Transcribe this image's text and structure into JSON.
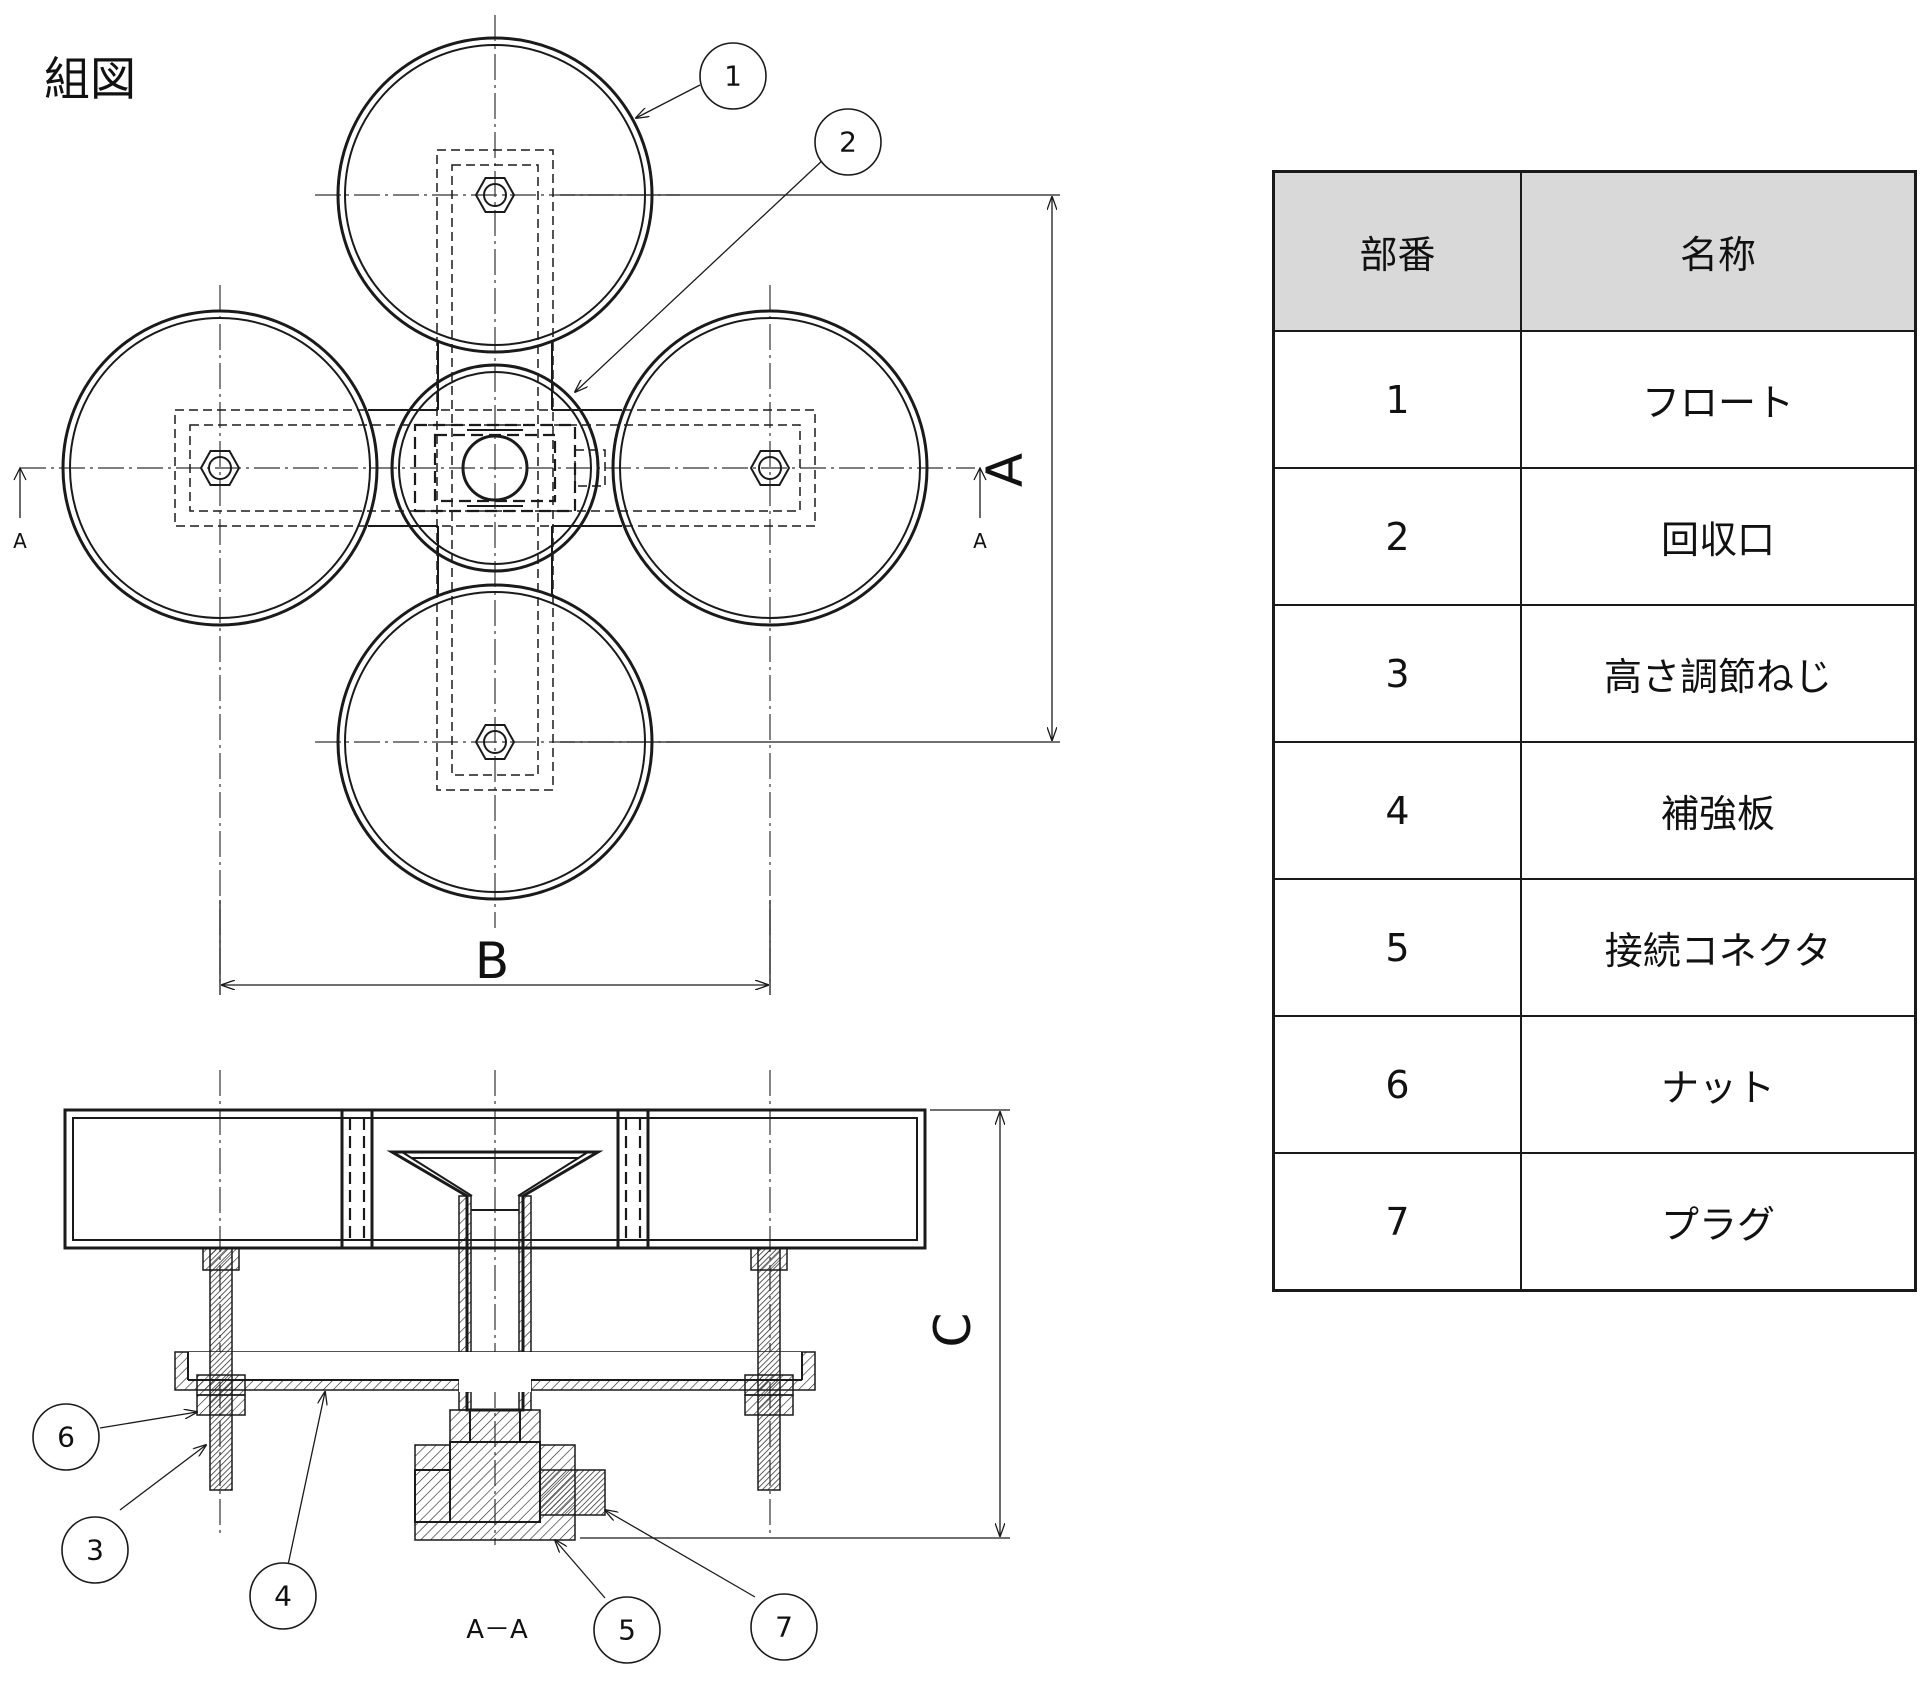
{
  "drawing_title": "組図",
  "section_label": "A－A",
  "section_mark_left": "A",
  "section_mark_right": "A",
  "dimensions": {
    "a": "A",
    "b": "B",
    "c": "C"
  },
  "balloons": [
    "1",
    "2",
    "3",
    "4",
    "5",
    "6",
    "7"
  ],
  "parts_table": {
    "headers": [
      "部番",
      "名称"
    ],
    "rows": [
      {
        "no": "1",
        "name": "フロート"
      },
      {
        "no": "2",
        "name": "回収口"
      },
      {
        "no": "3",
        "name": "高さ調節ねじ"
      },
      {
        "no": "4",
        "name": "補強板"
      },
      {
        "no": "5",
        "name": "接続コネクタ"
      },
      {
        "no": "6",
        "name": "ナット"
      },
      {
        "no": "7",
        "name": "プラグ"
      }
    ]
  }
}
